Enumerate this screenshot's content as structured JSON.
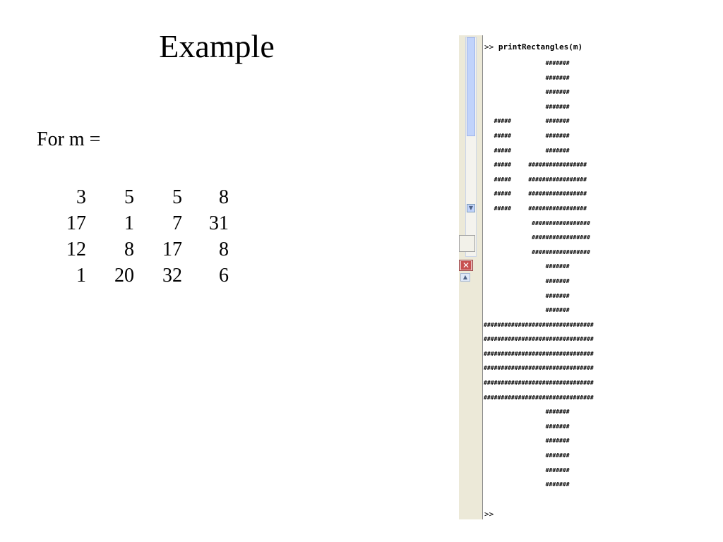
{
  "slide": {
    "title": "Example",
    "for_label": "For m =",
    "matrix": [
      [
        "3",
        "5",
        "5",
        "8"
      ],
      [
        "17",
        "1",
        "7",
        "31"
      ],
      [
        "12",
        "8",
        "17",
        "8"
      ],
      [
        "1",
        "20",
        "32",
        "6"
      ]
    ]
  },
  "command_window": {
    "prompt": ">>",
    "command": "printRectangles(m)",
    "output_lines": [
      "                  #######",
      "                  #######",
      "                  #######",
      "                  #######",
      "   #####          #######",
      "   #####          #######",
      "   #####          #######",
      "   #####     #################",
      "   #####     #################",
      "   #####     #################",
      "   #####     #################",
      "              #################",
      "              #################",
      "              #################",
      "                  #######",
      "                  #######",
      "                  #######",
      "                  #######",
      "################################",
      "################################",
      "################################",
      "################################",
      "################################",
      "################################",
      "                  #######",
      "                  #######",
      "                  #######",
      "                  #######",
      "                  #######",
      "                  #######"
    ],
    "end_prompt": ">>"
  },
  "left_panel": {
    "close_icon": "close-icon",
    "scroll_up_icon": "chevron-up-icon",
    "scroll_down_icon": "chevron-down-icon"
  }
}
